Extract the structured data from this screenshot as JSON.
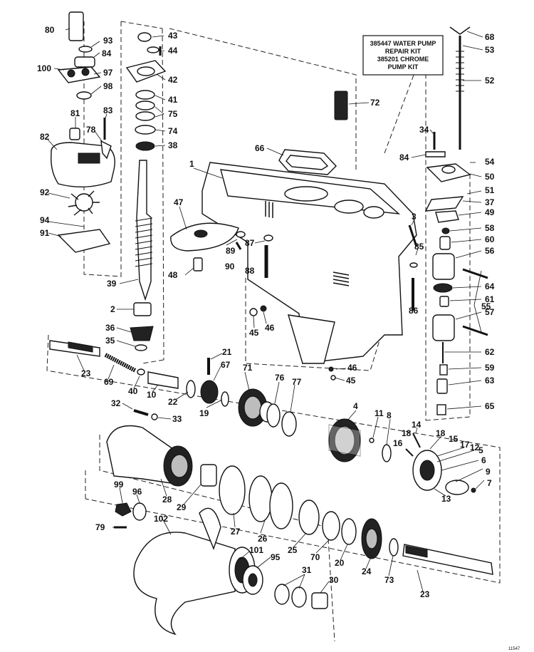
{
  "kit_box": {
    "lines": [
      "385447 WATER PUMP",
      "REPAIR KIT",
      "385201 CHROME",
      "PUMP KIT"
    ]
  },
  "doc_number": "11547",
  "callouts": [
    {
      "id": "c80",
      "text": "80"
    },
    {
      "id": "c93",
      "text": "93"
    },
    {
      "id": "c84a",
      "text": "84"
    },
    {
      "id": "c100",
      "text": "100"
    },
    {
      "id": "c97",
      "text": "97"
    },
    {
      "id": "c98",
      "text": "98"
    },
    {
      "id": "c81",
      "text": "81"
    },
    {
      "id": "c83",
      "text": "83"
    },
    {
      "id": "c82",
      "text": "82"
    },
    {
      "id": "c78",
      "text": "78"
    },
    {
      "id": "c92",
      "text": "92"
    },
    {
      "id": "c94",
      "text": "94"
    },
    {
      "id": "c91",
      "text": "91"
    },
    {
      "id": "c43",
      "text": "43"
    },
    {
      "id": "c44",
      "text": "44"
    },
    {
      "id": "c42",
      "text": "42"
    },
    {
      "id": "c41",
      "text": "41"
    },
    {
      "id": "c75",
      "text": "75"
    },
    {
      "id": "c74",
      "text": "74"
    },
    {
      "id": "c38",
      "text": "38"
    },
    {
      "id": "c1",
      "text": "1"
    },
    {
      "id": "c66",
      "text": "66"
    },
    {
      "id": "c72",
      "text": "72"
    },
    {
      "id": "c47",
      "text": "47"
    },
    {
      "id": "c89",
      "text": "89"
    },
    {
      "id": "c87",
      "text": "87"
    },
    {
      "id": "c90",
      "text": "90"
    },
    {
      "id": "c88",
      "text": "88"
    },
    {
      "id": "c48",
      "text": "48"
    },
    {
      "id": "c39",
      "text": "39"
    },
    {
      "id": "c2",
      "text": "2"
    },
    {
      "id": "c36",
      "text": "36"
    },
    {
      "id": "c35",
      "text": "35"
    },
    {
      "id": "c45a",
      "text": "45"
    },
    {
      "id": "c46a",
      "text": "46"
    },
    {
      "id": "c68",
      "text": "68"
    },
    {
      "id": "c53",
      "text": "53"
    },
    {
      "id": "c52",
      "text": "52"
    },
    {
      "id": "c34",
      "text": "34"
    },
    {
      "id": "c84b",
      "text": "84"
    },
    {
      "id": "c54",
      "text": "54"
    },
    {
      "id": "c50",
      "text": "50"
    },
    {
      "id": "c51",
      "text": "51"
    },
    {
      "id": "c37",
      "text": "37"
    },
    {
      "id": "c49",
      "text": "49"
    },
    {
      "id": "c3",
      "text": "3"
    },
    {
      "id": "c85",
      "text": "85"
    },
    {
      "id": "c58",
      "text": "58"
    },
    {
      "id": "c60",
      "text": "60"
    },
    {
      "id": "c56",
      "text": "56"
    },
    {
      "id": "c64",
      "text": "64"
    },
    {
      "id": "c61",
      "text": "61"
    },
    {
      "id": "c55",
      "text": "55"
    },
    {
      "id": "c86",
      "text": "86"
    },
    {
      "id": "c57",
      "text": "57"
    },
    {
      "id": "c62",
      "text": "62"
    },
    {
      "id": "c59",
      "text": "59"
    },
    {
      "id": "c63",
      "text": "63"
    },
    {
      "id": "c65",
      "text": "65"
    },
    {
      "id": "c23a",
      "text": "23"
    },
    {
      "id": "c69",
      "text": "69"
    },
    {
      "id": "c40",
      "text": "40"
    },
    {
      "id": "c10",
      "text": "10"
    },
    {
      "id": "c21",
      "text": "21"
    },
    {
      "id": "c67",
      "text": "67"
    },
    {
      "id": "c22",
      "text": "22"
    },
    {
      "id": "c19",
      "text": "19"
    },
    {
      "id": "c71",
      "text": "71"
    },
    {
      "id": "c76",
      "text": "76"
    },
    {
      "id": "c77",
      "text": "77"
    },
    {
      "id": "c46b",
      "text": "46"
    },
    {
      "id": "c45b",
      "text": "45"
    },
    {
      "id": "c32",
      "text": "32"
    },
    {
      "id": "c33",
      "text": "33"
    },
    {
      "id": "c4",
      "text": "4"
    },
    {
      "id": "c11",
      "text": "11"
    },
    {
      "id": "c8",
      "text": "8"
    },
    {
      "id": "c14",
      "text": "14"
    },
    {
      "id": "c18a",
      "text": "18"
    },
    {
      "id": "c18b",
      "text": "18"
    },
    {
      "id": "c15",
      "text": "15"
    },
    {
      "id": "c16",
      "text": "16"
    },
    {
      "id": "c17",
      "text": "17"
    },
    {
      "id": "c12",
      "text": "12"
    },
    {
      "id": "c5",
      "text": "5"
    },
    {
      "id": "c6",
      "text": "6"
    },
    {
      "id": "c9",
      "text": "9"
    },
    {
      "id": "c7",
      "text": "7"
    },
    {
      "id": "c13",
      "text": "13"
    },
    {
      "id": "c28",
      "text": "28"
    },
    {
      "id": "c29",
      "text": "29"
    },
    {
      "id": "c99",
      "text": "99"
    },
    {
      "id": "c96",
      "text": "96"
    },
    {
      "id": "c102",
      "text": "102"
    },
    {
      "id": "c79",
      "text": "79"
    },
    {
      "id": "c27",
      "text": "27"
    },
    {
      "id": "c26",
      "text": "26"
    },
    {
      "id": "c25",
      "text": "25"
    },
    {
      "id": "c70",
      "text": "70"
    },
    {
      "id": "c20",
      "text": "20"
    },
    {
      "id": "c24",
      "text": "24"
    },
    {
      "id": "c73",
      "text": "73"
    },
    {
      "id": "c101",
      "text": "101"
    },
    {
      "id": "c95",
      "text": "95"
    },
    {
      "id": "c31",
      "text": "31"
    },
    {
      "id": "c30",
      "text": "30"
    },
    {
      "id": "c23b",
      "text": "23"
    }
  ]
}
